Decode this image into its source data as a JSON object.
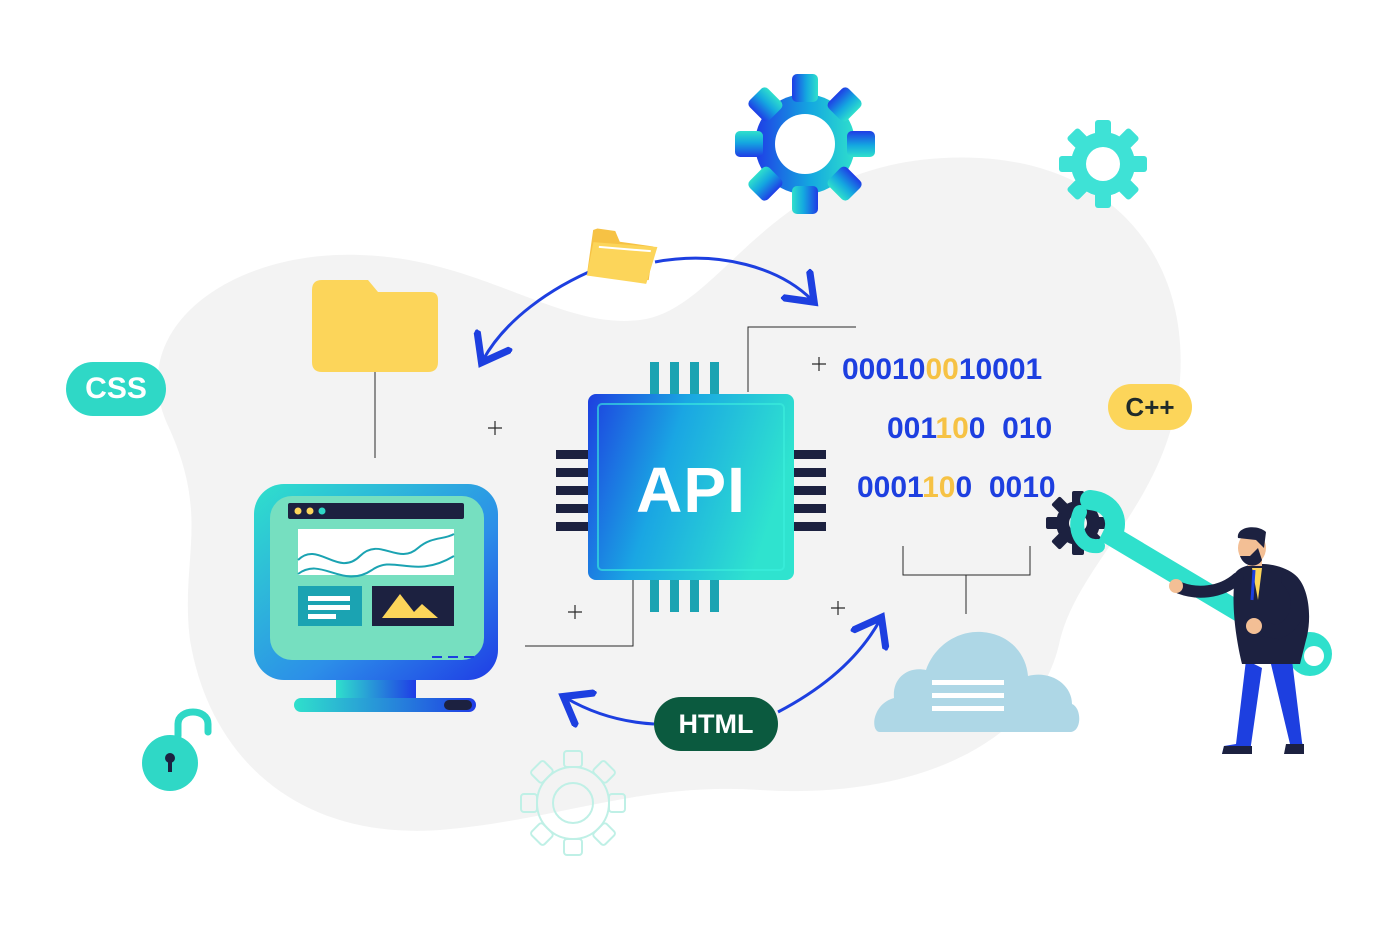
{
  "labels": {
    "css": "CSS",
    "cpp": "C++",
    "html": "HTML",
    "api": "API"
  },
  "binary_lines": [
    {
      "a": "00010",
      "b": "00",
      "c": "10001"
    },
    {
      "a": "001",
      "b": "10",
      "c": "0  010"
    },
    {
      "a": "0001",
      "b": "10",
      "c": "0  0010"
    }
  ],
  "icons": [
    "gear-icon",
    "folder-icon",
    "padlock-icon",
    "cloud-icon",
    "wrench-icon",
    "chip-icon",
    "monitor-icon"
  ],
  "colors": {
    "teal": "#2fd8c6",
    "blue": "#1d3fe0",
    "yellow": "#fcd55a",
    "dark_green": "#0b5a3f",
    "light_gray_blob": "#f3f3f3"
  }
}
